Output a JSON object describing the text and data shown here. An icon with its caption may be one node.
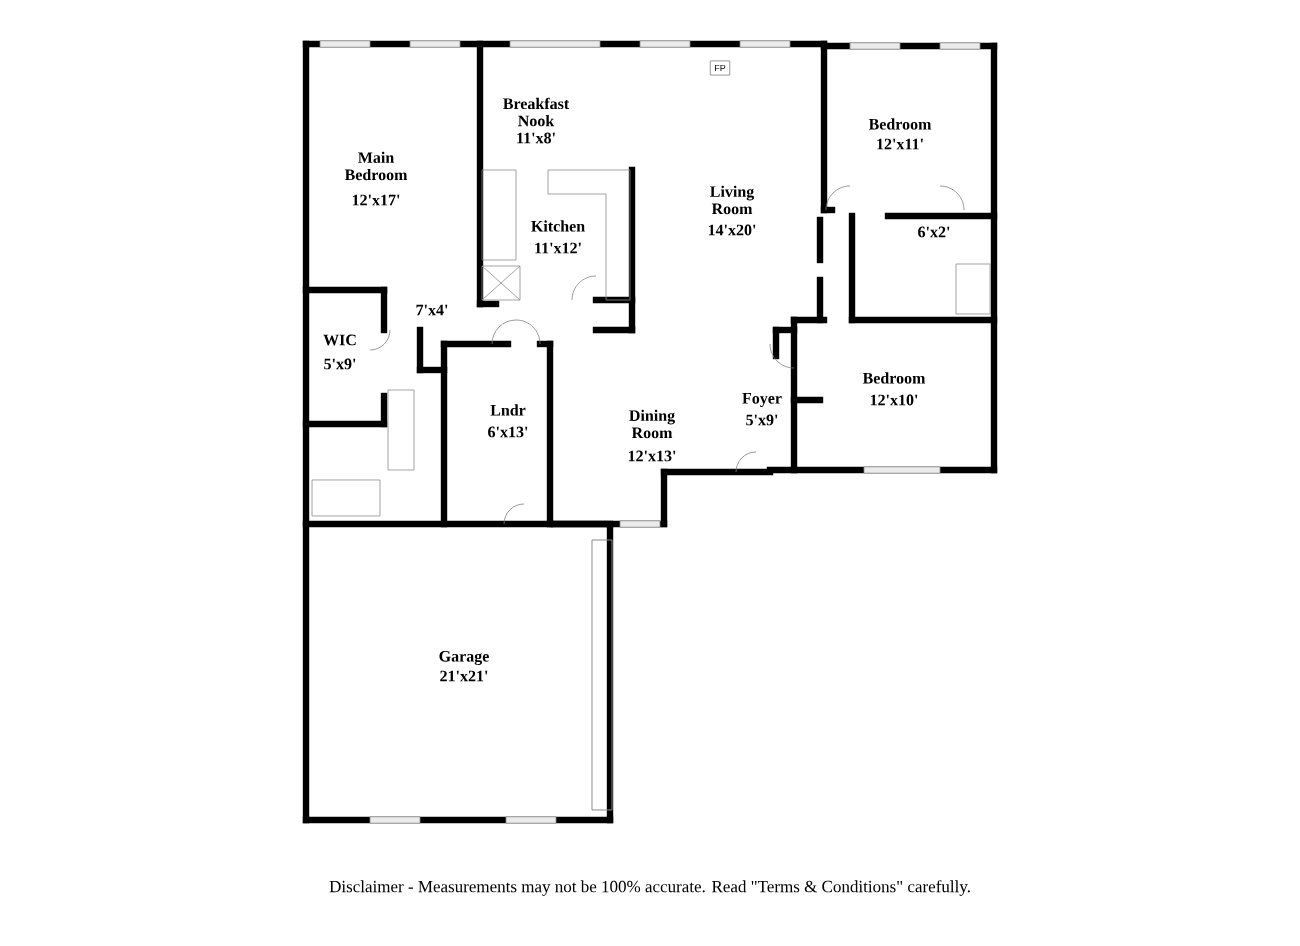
{
  "diagram": {
    "labels": [
      "FP",
      "Breakfast Nook",
      "11'x8'",
      "Main Bedroom",
      "12'x17'",
      "Bedroom",
      "12'x11'",
      "Living Room",
      "14'x20'",
      "Kitchen",
      "11'x12'",
      "6'x2'",
      "7'x4'",
      "WIC",
      "5'x9'",
      "Bedroom",
      "12'x10'",
      "Foyer",
      "5'x9'",
      "Lndr",
      "6'x13'",
      "Dining Room",
      "12'x13'",
      "Garage",
      "21'x21'"
    ],
    "caption": "Disclaimer - Measurements may not be 100% accurate. Read \"Terms & Conditions\" carefully."
  }
}
